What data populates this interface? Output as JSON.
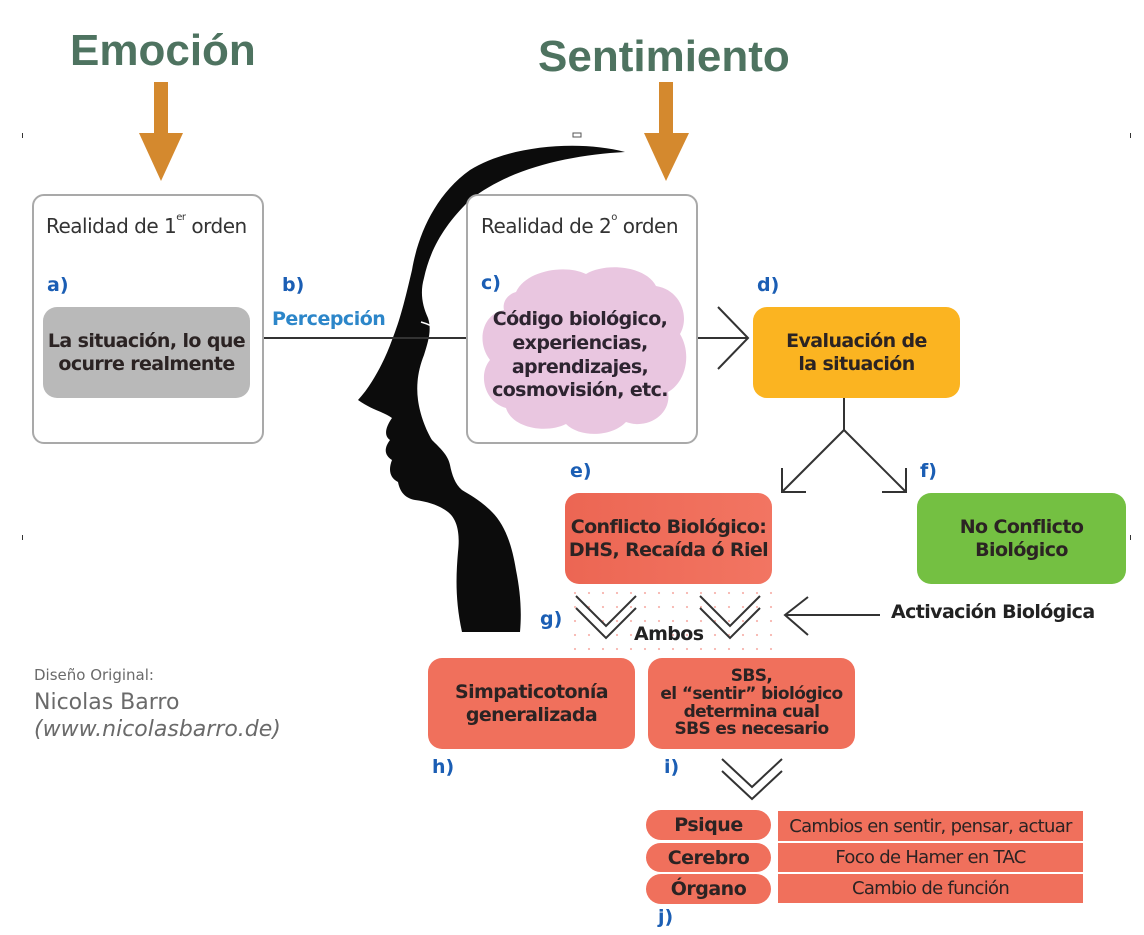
{
  "headers": {
    "emotion": "Emoción",
    "feeling": "Sentimiento"
  },
  "colors": {
    "header_green": "#4e7360",
    "arrow_orange": "#d4892e",
    "label_blue": "#1b5eb4",
    "perception_blue": "#2c86c9",
    "situation_gray": "#b9b9b9",
    "evaluation_orange": "#fbb421",
    "conflict_red": "#f0705c",
    "no_conflict_green": "#74c042",
    "cloud_pink": "#e9c6e0"
  },
  "first_order": {
    "title_pre": "Realidad de 1",
    "title_sup": "er",
    "title_post": " orden",
    "letter": "a)",
    "situation": "La situación, lo que ocurre realmente"
  },
  "perception": {
    "letter": "b)",
    "label": "Percepción"
  },
  "second_order": {
    "title_pre": "Realidad de 2",
    "title_sup": "o",
    "title_post": " orden",
    "letter": "c)",
    "cloud_lines": [
      "Código biológico,",
      "experiencias,",
      "aprendizajes,",
      "cosmovisión, etc."
    ]
  },
  "evaluation": {
    "letter": "d)",
    "text": "Evaluación de la situación"
  },
  "conflict": {
    "letter": "e)",
    "lines": [
      "Conflicto Biológico:",
      "DHS, Recaída ó Riel"
    ]
  },
  "no_conflict": {
    "letter": "f)",
    "lines": [
      "No Conflicto",
      "Biológico"
    ]
  },
  "both": {
    "letter": "g)",
    "label": "Ambos"
  },
  "activation": {
    "label": "Activación Biológica"
  },
  "sympathicotonia": {
    "letter": "h)",
    "lines": [
      "Simpaticotonía",
      "generalizada"
    ]
  },
  "sbs": {
    "letter": "i)",
    "lines": [
      "SBS,",
      "el “sentir” biológico",
      "determina cual",
      "SBS es necesario"
    ]
  },
  "levels": {
    "letter": "j)",
    "rows": [
      {
        "level": "Psique",
        "effect": "Cambios en sentir, pensar, actuar"
      },
      {
        "level": "Cerebro",
        "effect": "Foco de Hamer en TAC"
      },
      {
        "level": "Órgano",
        "effect": "Cambio de función"
      }
    ]
  },
  "credit": {
    "label": "Diseño Original:",
    "author": "Nicolas Barro",
    "website": "(www.nicolasbarro.de)"
  },
  "icons": {
    "head": "head-silhouette-icon",
    "down_arrow": "orange-down-arrow-icon",
    "chevron": "double-chevron-down-icon"
  }
}
